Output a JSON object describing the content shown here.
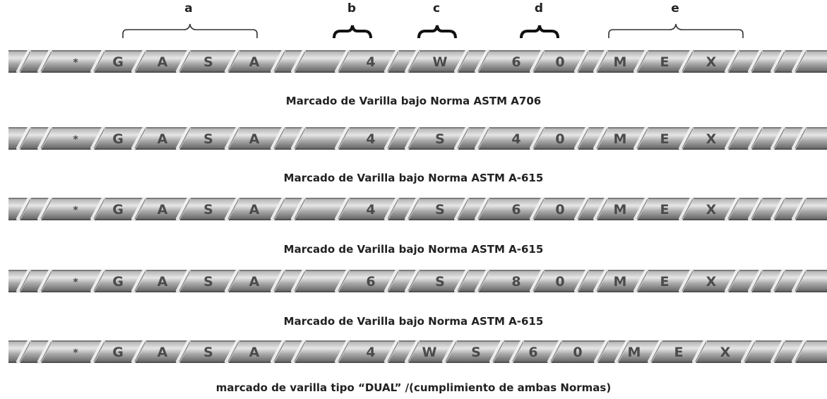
{
  "labels": {
    "a": "a",
    "b": "b",
    "c": "c",
    "d": "d",
    "e": "e"
  },
  "rows": [
    {
      "marks": [
        "*",
        "G",
        "A",
        "S",
        "A",
        "4",
        "W",
        "6",
        "0",
        "M",
        "E",
        "X"
      ],
      "caption": "Marcado de Varilla bajo Norma ASTM A706"
    },
    {
      "marks": [
        "*",
        "G",
        "A",
        "S",
        "A",
        "4",
        "S",
        "4",
        "0",
        "M",
        "E",
        "X"
      ],
      "caption": "Marcado de Varilla bajo Norma ASTM A-615"
    },
    {
      "marks": [
        "*",
        "G",
        "A",
        "S",
        "A",
        "4",
        "S",
        "6",
        "0",
        "M",
        "E",
        "X"
      ],
      "caption": "Marcado de Varilla bajo Norma ASTM A-615"
    },
    {
      "marks": [
        "*",
        "G",
        "A",
        "S",
        "A",
        "6",
        "S",
        "8",
        "0",
        "M",
        "E",
        "X"
      ],
      "caption": "Marcado de Varilla bajo Norma ASTM A-615"
    },
    {
      "marks": [
        "*",
        "G",
        "A",
        "S",
        "A",
        "4",
        "W",
        "S",
        "6",
        "0",
        "M",
        "E",
        "X"
      ],
      "caption": "marcado de varilla tipo “DUAL” /(cumplimiento de ambas Normas)"
    }
  ],
  "colors": {
    "bar_light": "#e6e6e6",
    "bar_mid": "#a9a9a9",
    "bar_dark": "#5e5e5e",
    "rib": "#f4f4f4",
    "mark_text": "#4a4a4a",
    "caption_text": "#222222"
  }
}
